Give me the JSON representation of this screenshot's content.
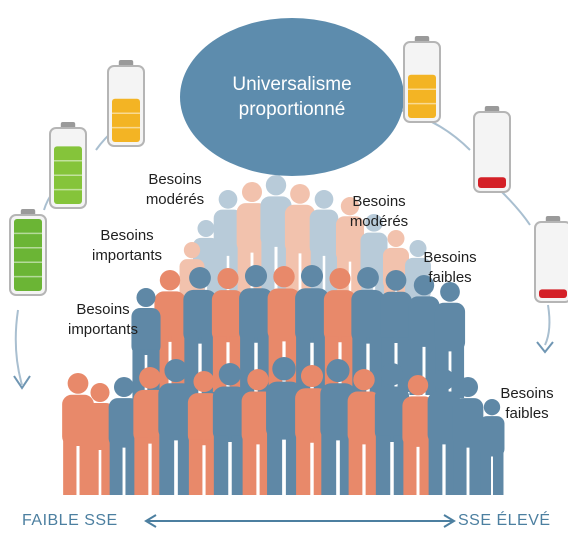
{
  "center": {
    "line1": "Universalisme",
    "line2": "proportionné",
    "color": "#5d8cad"
  },
  "labels": [
    {
      "id": "left-upper-moderate",
      "line1": "Besoins",
      "line2": "modérés"
    },
    {
      "id": "left-middle-important",
      "line1": "Besoins",
      "line2": "importants"
    },
    {
      "id": "left-lower-important",
      "line1": "Besoins",
      "line2": "importants"
    },
    {
      "id": "right-upper-moderate",
      "line1": "Besoins",
      "line2": "modérés"
    },
    {
      "id": "right-middle-low",
      "line1": "Besoins",
      "line2": "faibles"
    },
    {
      "id": "right-lower-low",
      "line1": "Besoins",
      "line2": "faibles"
    }
  ],
  "batteries": [
    {
      "id": "battery-left-1",
      "level": 1.0,
      "color": "#6bb535"
    },
    {
      "id": "battery-left-2",
      "level": 0.8,
      "color": "#85c43a"
    },
    {
      "id": "battery-left-3",
      "level": 0.6,
      "color": "#f3b424"
    },
    {
      "id": "battery-right-1",
      "level": 0.6,
      "color": "#f3b424"
    },
    {
      "id": "battery-right-2",
      "level": 0.15,
      "color": "#d42027"
    },
    {
      "id": "battery-right-3",
      "level": 0.12,
      "color": "#d42027"
    }
  ],
  "axis": {
    "left_label": "FAIBLE SSE",
    "right_label": "SSE ÉLEVÉ",
    "color": "#4c7fa0"
  },
  "colors": {
    "orange_people": "#e8896a",
    "blue_people": "#5f88a6",
    "light_orange_people": "#f2c2ad",
    "light_blue_people": "#b8cbd9"
  }
}
